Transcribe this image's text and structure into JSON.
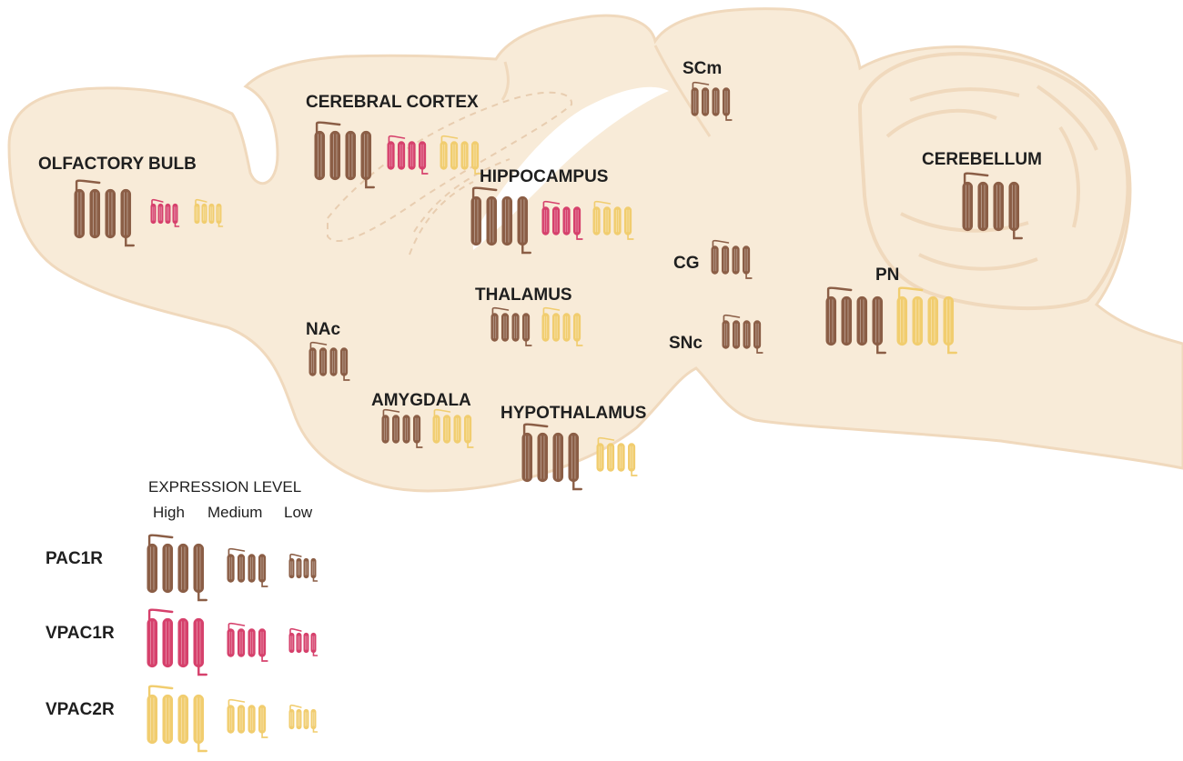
{
  "colors": {
    "brain_fill": "#f8ebd8",
    "brain_stroke": "#f0d9bd",
    "PAC1R": "#8b5e46",
    "VPAC1R": "#d6416c",
    "VPAC2R": "#f1cd6f"
  },
  "regions": [
    {
      "label": "OLFACTORY BULB",
      "receptors": [
        {
          "type": "PAC1R",
          "level": "high"
        },
        {
          "type": "VPAC1R",
          "level": "low"
        },
        {
          "type": "VPAC2R",
          "level": "low"
        }
      ]
    },
    {
      "label": "CEREBRAL CORTEX",
      "receptors": [
        {
          "type": "PAC1R",
          "level": "high"
        },
        {
          "type": "VPAC1R",
          "level": "medium"
        },
        {
          "type": "VPAC2R",
          "level": "medium"
        }
      ]
    },
    {
      "label": "HIPPOCAMPUS",
      "receptors": [
        {
          "type": "PAC1R",
          "level": "high"
        },
        {
          "type": "VPAC1R",
          "level": "medium"
        },
        {
          "type": "VPAC2R",
          "level": "medium"
        }
      ]
    },
    {
      "label": "THALAMUS",
      "receptors": [
        {
          "type": "PAC1R",
          "level": "medium"
        },
        {
          "type": "VPAC2R",
          "level": "medium"
        }
      ]
    },
    {
      "label": "NAc",
      "receptors": [
        {
          "type": "PAC1R",
          "level": "medium"
        }
      ]
    },
    {
      "label": "AMYGDALA",
      "receptors": [
        {
          "type": "PAC1R",
          "level": "medium"
        },
        {
          "type": "VPAC2R",
          "level": "medium"
        }
      ]
    },
    {
      "label": "HYPOTHALAMUS",
      "receptors": [
        {
          "type": "PAC1R",
          "level": "high"
        },
        {
          "type": "VPAC2R",
          "level": "medium"
        }
      ]
    },
    {
      "label": "SCm",
      "receptors": [
        {
          "type": "PAC1R",
          "level": "medium"
        }
      ]
    },
    {
      "label": "CG",
      "receptors": [
        {
          "type": "PAC1R",
          "level": "medium"
        }
      ]
    },
    {
      "label": "SNc",
      "receptors": [
        {
          "type": "PAC1R",
          "level": "medium"
        }
      ]
    },
    {
      "label": "PN",
      "receptors": [
        {
          "type": "PAC1R",
          "level": "high"
        },
        {
          "type": "VPAC2R",
          "level": "high"
        }
      ]
    },
    {
      "label": "CEREBELLUM",
      "receptors": [
        {
          "type": "PAC1R",
          "level": "high"
        }
      ]
    }
  ],
  "legend": {
    "title": "EXPRESSION LEVEL",
    "levels": [
      "High",
      "Medium",
      "Low"
    ],
    "rows": [
      "PAC1R",
      "VPAC1R",
      "VPAC2R"
    ]
  }
}
